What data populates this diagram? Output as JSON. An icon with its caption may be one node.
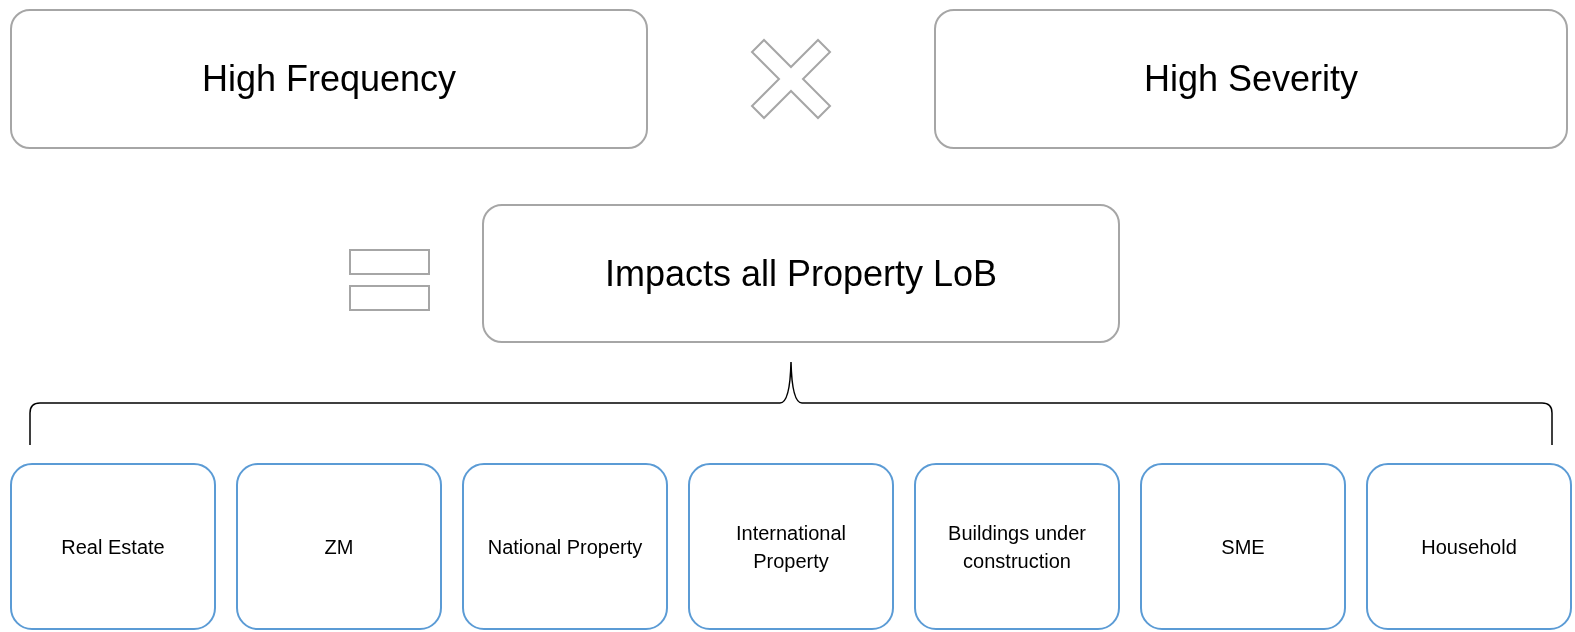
{
  "diagram": {
    "nodes": [
      {
        "text": [
          "High Frequency"
        ]
      },
      {
        "text": [
          "High Severity"
        ]
      },
      {
        "text": [
          "Impacts all Property LoB"
        ]
      },
      {
        "text": [
          "Real Estate"
        ]
      },
      {
        "text": [
          "ZM"
        ]
      },
      {
        "text": [
          "National Property"
        ]
      },
      {
        "text": [
          "International Property"
        ]
      },
      {
        "text": [
          "Buildings under construction"
        ]
      },
      {
        "text": [
          "SME"
        ]
      },
      {
        "text": [
          "Household"
        ]
      }
    ]
  }
}
